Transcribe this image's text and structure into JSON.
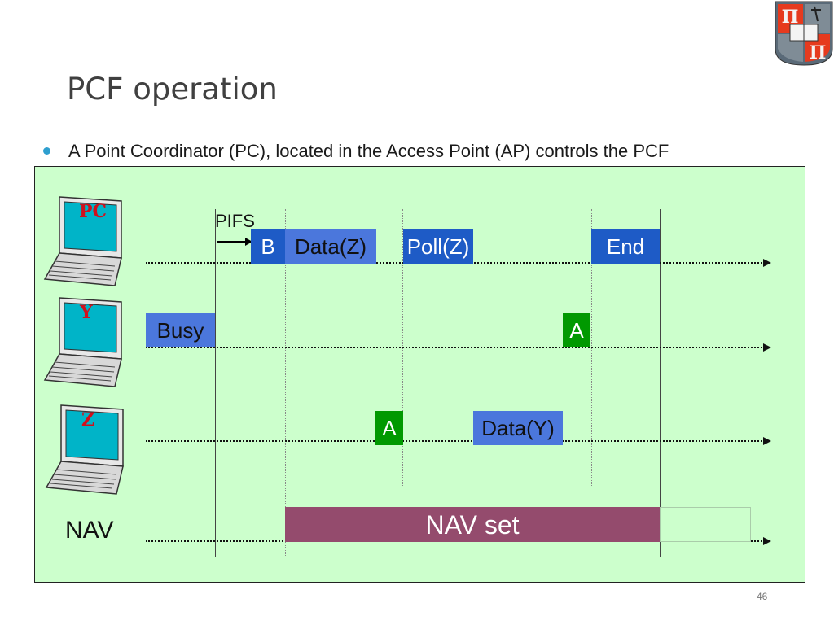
{
  "slide": {
    "title": "PCF operation",
    "bullet": "A Point Coordinator (PC), located in the Access Point (AP) controls the PCF",
    "page_number": "46"
  },
  "logo": {
    "letters": [
      "Π",
      "Π"
    ]
  },
  "stations": [
    {
      "id": "pc",
      "label": "PC"
    },
    {
      "id": "y",
      "label": "Y"
    },
    {
      "id": "z",
      "label": "Z"
    }
  ],
  "nav_label": "NAV",
  "pifs_label": "PIFS",
  "frames": {
    "b": "B",
    "data_z": "Data(Z)",
    "poll_z": "Poll(Z)",
    "end": "End",
    "busy": "Busy",
    "ack_y": "A",
    "ack_z": "A",
    "data_y": "Data(Y)",
    "nav_set": "NAV set"
  },
  "colors": {
    "background": "#ccffcc",
    "frame_blue": "#1e5bc6",
    "frame_light_blue": "#4b77dc",
    "ack_green": "#009900",
    "nav_set": "#944b6d",
    "station_label": "#d0101d"
  }
}
